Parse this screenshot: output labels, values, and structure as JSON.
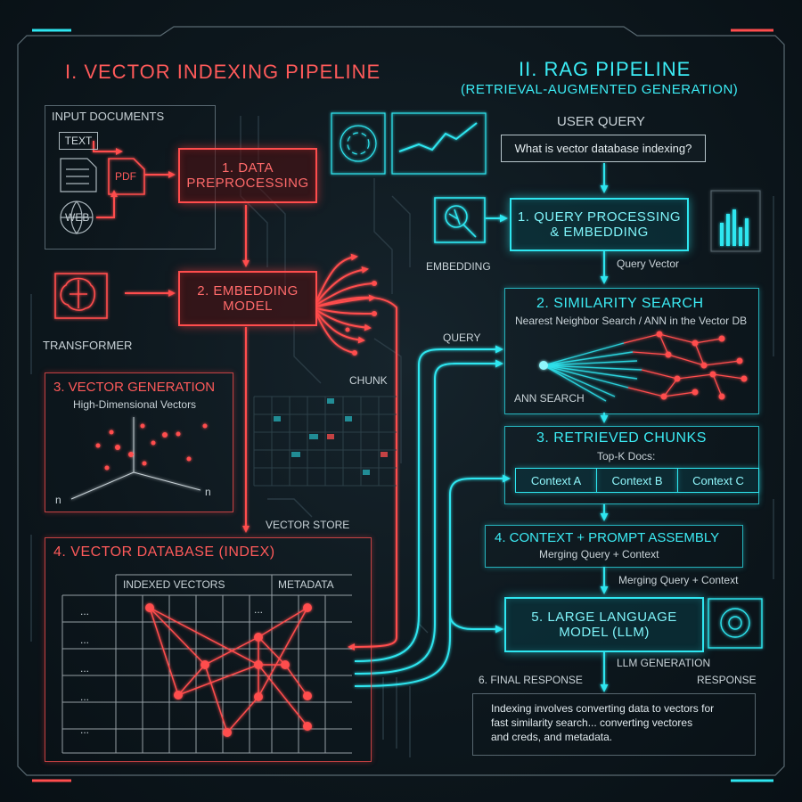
{
  "left": {
    "title": "I. VECTOR INDEXING PIPELINE",
    "input_documents": "INPUT DOCUMENTS",
    "doc_text": "TEXT",
    "doc_pdf": "PDF",
    "doc_web": "WEB",
    "step1": [
      "1. DATA",
      "PREPROCESSING"
    ],
    "step2": [
      "2. EMBEDDING",
      "MODEL"
    ],
    "transformer": "TRANSFORMER",
    "step3_title": "3. VECTOR GENERATION",
    "step3_sub": "High-Dimensional Vectors",
    "axis_n1": "n",
    "axis_n2": "n",
    "chunk": "CHUNK",
    "vector_store": "VECTOR STORE",
    "step4_title": "4. VECTOR DATABASE (INDEX)",
    "col_indexed": "INDEXED VECTORS",
    "col_metadata": "METADATA",
    "ellipsis": "..."
  },
  "right": {
    "title": "II. RAG PIPELINE",
    "subtitle": "(RETRIEVAL-AUGMENTED GENERATION)",
    "user_query": "USER QUERY",
    "query_text": "What is vector database indexing?",
    "embedding": "EMBEDDING",
    "step1": [
      "1. QUERY PROCESSING",
      "& EMBEDDING"
    ],
    "query_vector": "Query Vector",
    "query": "QUERY",
    "step2_title": "2. SIMILARITY SEARCH",
    "step2_sub": "Nearest Neighbor Search / ANN in the Vector DB",
    "ann_search": "ANN SEARCH",
    "step3_title": "3. RETRIEVED CHUNKS",
    "topk": "Top-K Docs:",
    "contexts": [
      "Context A",
      "Context B",
      "Context C"
    ],
    "step4_title": "4. CONTEXT + PROMPT ASSEMBLY",
    "step4_sub": "Merging Query + Context",
    "merging": "Merging Query + Context",
    "step5": [
      "5. LARGE LANGUAGE",
      "MODEL (LLM)"
    ],
    "llm_generation": "LLM GENERATION",
    "final_response": "6. FINAL RESPONSE",
    "response": "RESPONSE",
    "response_text": [
      "Indexing involves converting data to vectors for",
      "fast similarity search... converting vectores",
      "and creds, and metadata."
    ]
  },
  "colors": {
    "red": "#ff4d4d",
    "cyan": "#2ee6f0",
    "bg": "#0b1318"
  }
}
